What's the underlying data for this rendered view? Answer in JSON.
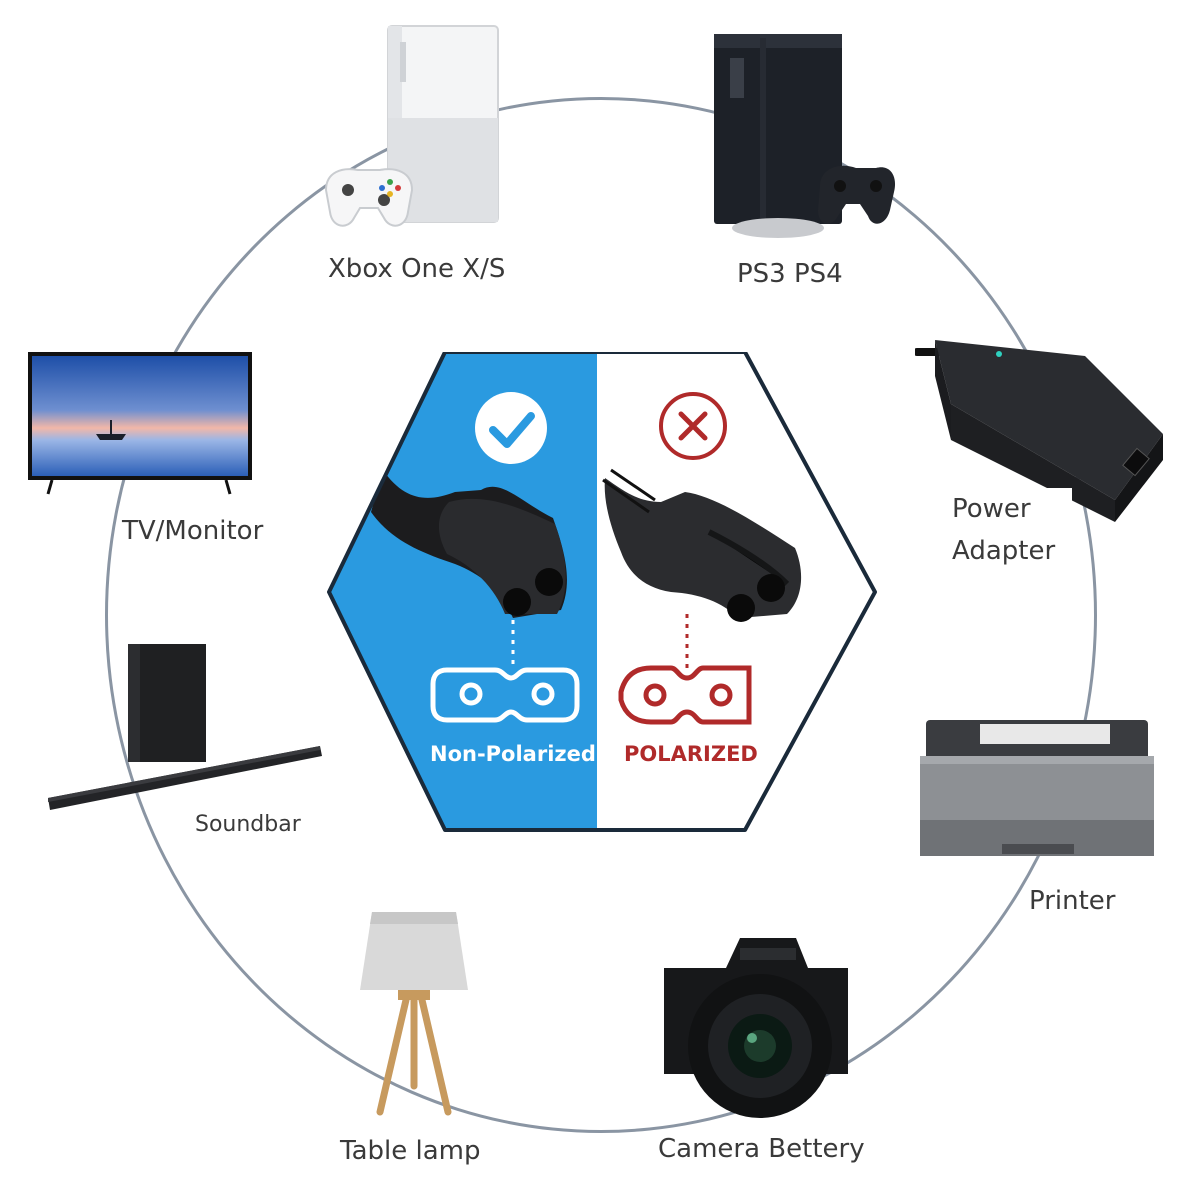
{
  "center": {
    "left_label": "Non-Polarized",
    "right_label": "POLARIZED",
    "colors": {
      "blue": "#2a9ae0",
      "red": "#b02a2a"
    }
  },
  "devices": {
    "xbox": "Xbox One X/S",
    "ps": "PS3 PS4",
    "tv": "TV/Monitor",
    "power": "Power Adapter",
    "soundbar": "Soundbar",
    "printer": "Printer",
    "lamp": "Table lamp",
    "camera": "Camera Bettery"
  }
}
